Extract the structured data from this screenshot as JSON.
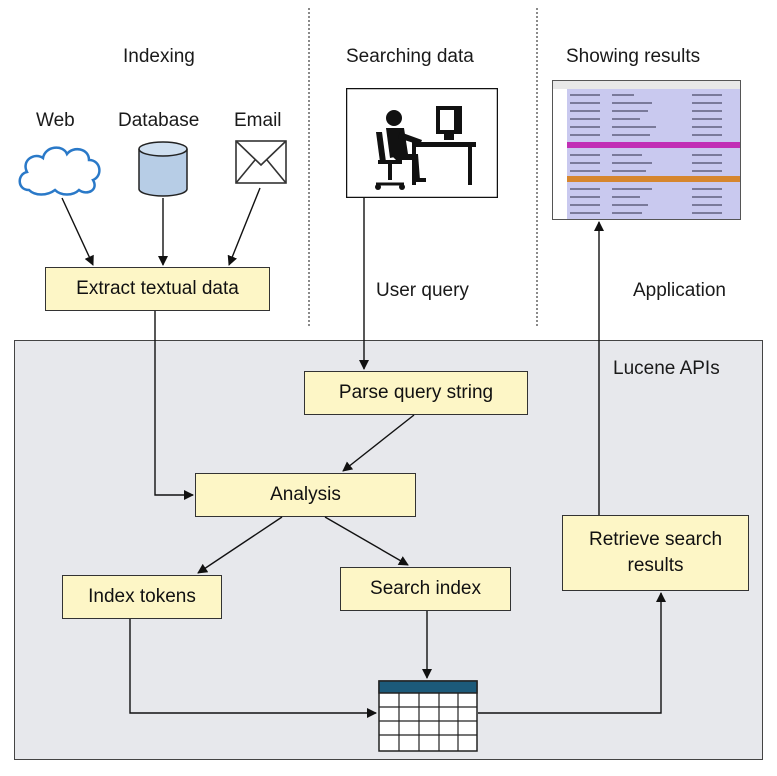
{
  "sections": {
    "indexing": "Indexing",
    "searching": "Searching data",
    "showing": "Showing results"
  },
  "sources": {
    "web": "Web",
    "database": "Database",
    "email": "Email"
  },
  "boxes": {
    "extract": "Extract textual data",
    "parse": "Parse query string",
    "analysis": "Analysis",
    "index_tokens": "Index tokens",
    "search_index": "Search index",
    "retrieve_line1": "Retrieve search",
    "retrieve_line2": "results"
  },
  "edge_labels": {
    "user_query": "User query",
    "application": "Application"
  },
  "panel_label": "Lucene APIs",
  "icons": {
    "web": "cloud-icon",
    "database": "database-cylinder-icon",
    "email": "envelope-icon",
    "user": "person-at-computer-icon",
    "results": "results-screenshot-icon",
    "index": "index-table-icon"
  },
  "colors": {
    "box_fill": "#fdf6c6",
    "panel_fill": "#e7e8ec",
    "cloud_stroke": "#2a79c8",
    "database_fill": "#b7cde6",
    "index_header": "#1c5a7a"
  }
}
